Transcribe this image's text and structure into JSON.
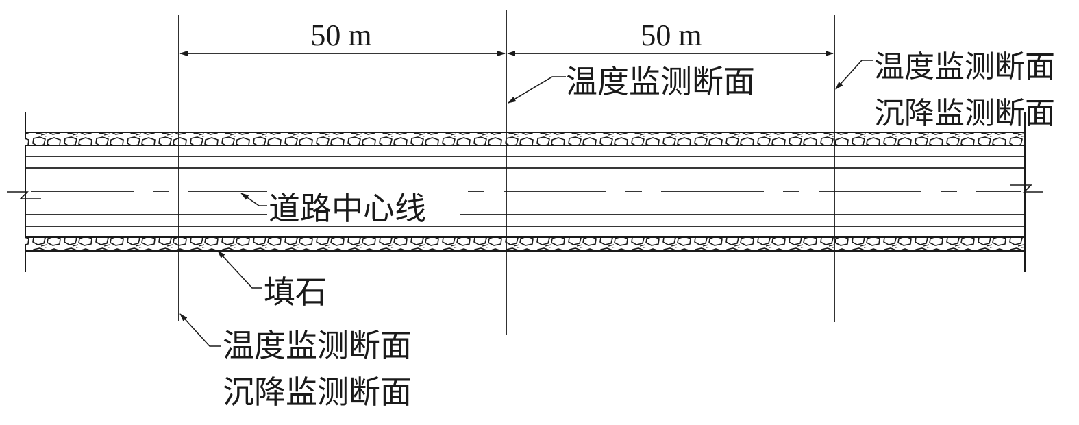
{
  "dimensions": [
    {
      "label": "50 m"
    },
    {
      "label": "50 m"
    }
  ],
  "labels": {
    "temp_section": "温度监测断面",
    "settle_section": "沉降监测断面",
    "centerline": "道路中心线",
    "fill_stone": "填石"
  },
  "colors": {
    "line": "#1a1a1a",
    "stone_fill": "#ffffff",
    "background": "#ffffff"
  }
}
